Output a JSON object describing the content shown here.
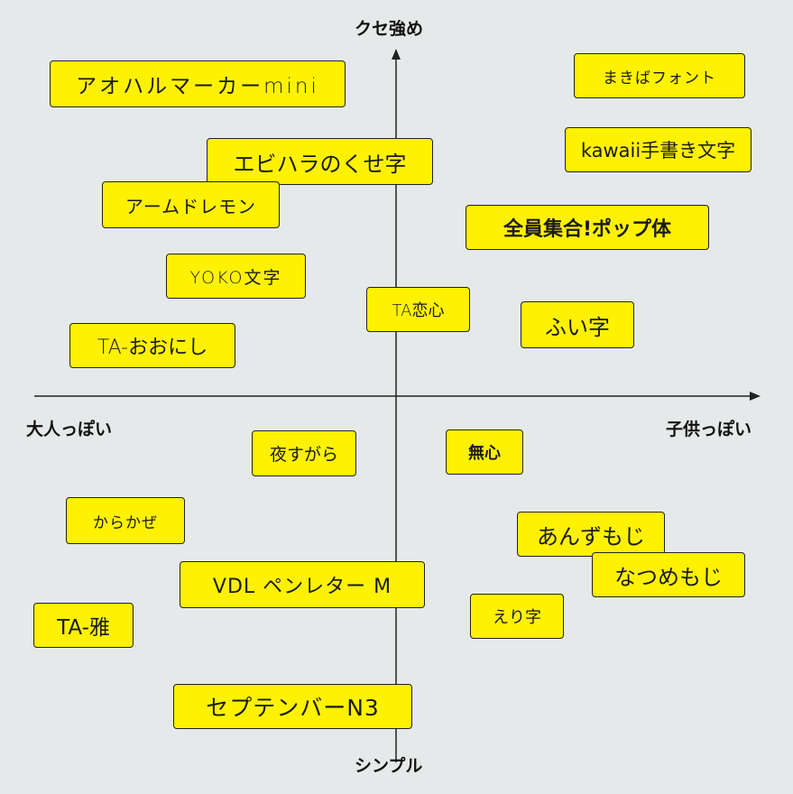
{
  "axes": {
    "top": "クセ強め",
    "bottom": "シンプル",
    "left": "大人っぽい",
    "right": "子供っぽい"
  },
  "fonts": [
    {
      "key": "aoharu",
      "label": "アオハルマーカーmini"
    },
    {
      "key": "makiba",
      "label": "まきばフォント"
    },
    {
      "key": "ebihara",
      "label": "エビハラのくせ字"
    },
    {
      "key": "kawaii",
      "label": "kawaii手書き文字"
    },
    {
      "key": "armedlemon",
      "label": "アームドレモン"
    },
    {
      "key": "zenin",
      "label": "全員集合!ポップ体"
    },
    {
      "key": "yoko",
      "label": "YOKO文字"
    },
    {
      "key": "koigokoro",
      "label": "TA恋心"
    },
    {
      "key": "fuiji",
      "label": "ふい字"
    },
    {
      "key": "oonishi",
      "label": "TA-おおにし"
    },
    {
      "key": "yoru",
      "label": "夜すがら"
    },
    {
      "key": "mushin",
      "label": "無心"
    },
    {
      "key": "karakaze",
      "label": "からかぜ"
    },
    {
      "key": "anzu",
      "label": "あんずもじ"
    },
    {
      "key": "vdl",
      "label": "VDL ペンレター M"
    },
    {
      "key": "natsume",
      "label": "なつめもじ"
    },
    {
      "key": "miyabi",
      "label": "TA-雅"
    },
    {
      "key": "eriji",
      "label": "えり字"
    },
    {
      "key": "september",
      "label": "セプテンバーN3"
    }
  ]
}
